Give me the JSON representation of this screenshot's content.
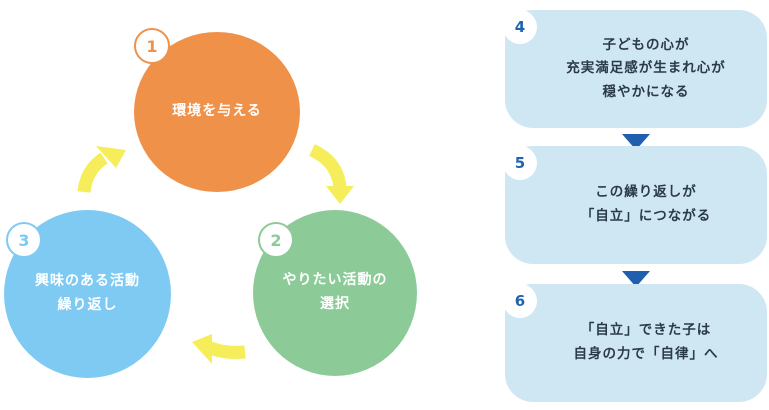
{
  "cycle": {
    "step1": {
      "number": "1",
      "label": "環境を与える"
    },
    "step2": {
      "number": "2",
      "line1": "やりたい活動の",
      "line2": "選択"
    },
    "step3": {
      "number": "3",
      "line1": "興味のある活動",
      "line2": "繰り返し"
    }
  },
  "outcomes": [
    {
      "number": "4",
      "lines": [
        "子どもの心が",
        "充実満足感が生まれ心が",
        "穏やかになる"
      ]
    },
    {
      "number": "5",
      "lines": [
        "この繰り返しが",
        "「自立」につながる"
      ]
    },
    {
      "number": "6",
      "lines": [
        "「自立」できた子は",
        "自身の力で「自律」へ"
      ]
    }
  ],
  "colors": {
    "step1": "#f0914a",
    "step2": "#8ccb98",
    "step3": "#7fcaf2",
    "outcome_box": "#cfe6f3",
    "outcome_number": "#1f64b0",
    "connector_arrow": "#1f5fae",
    "cycle_arrow": "#f5ee5a"
  }
}
